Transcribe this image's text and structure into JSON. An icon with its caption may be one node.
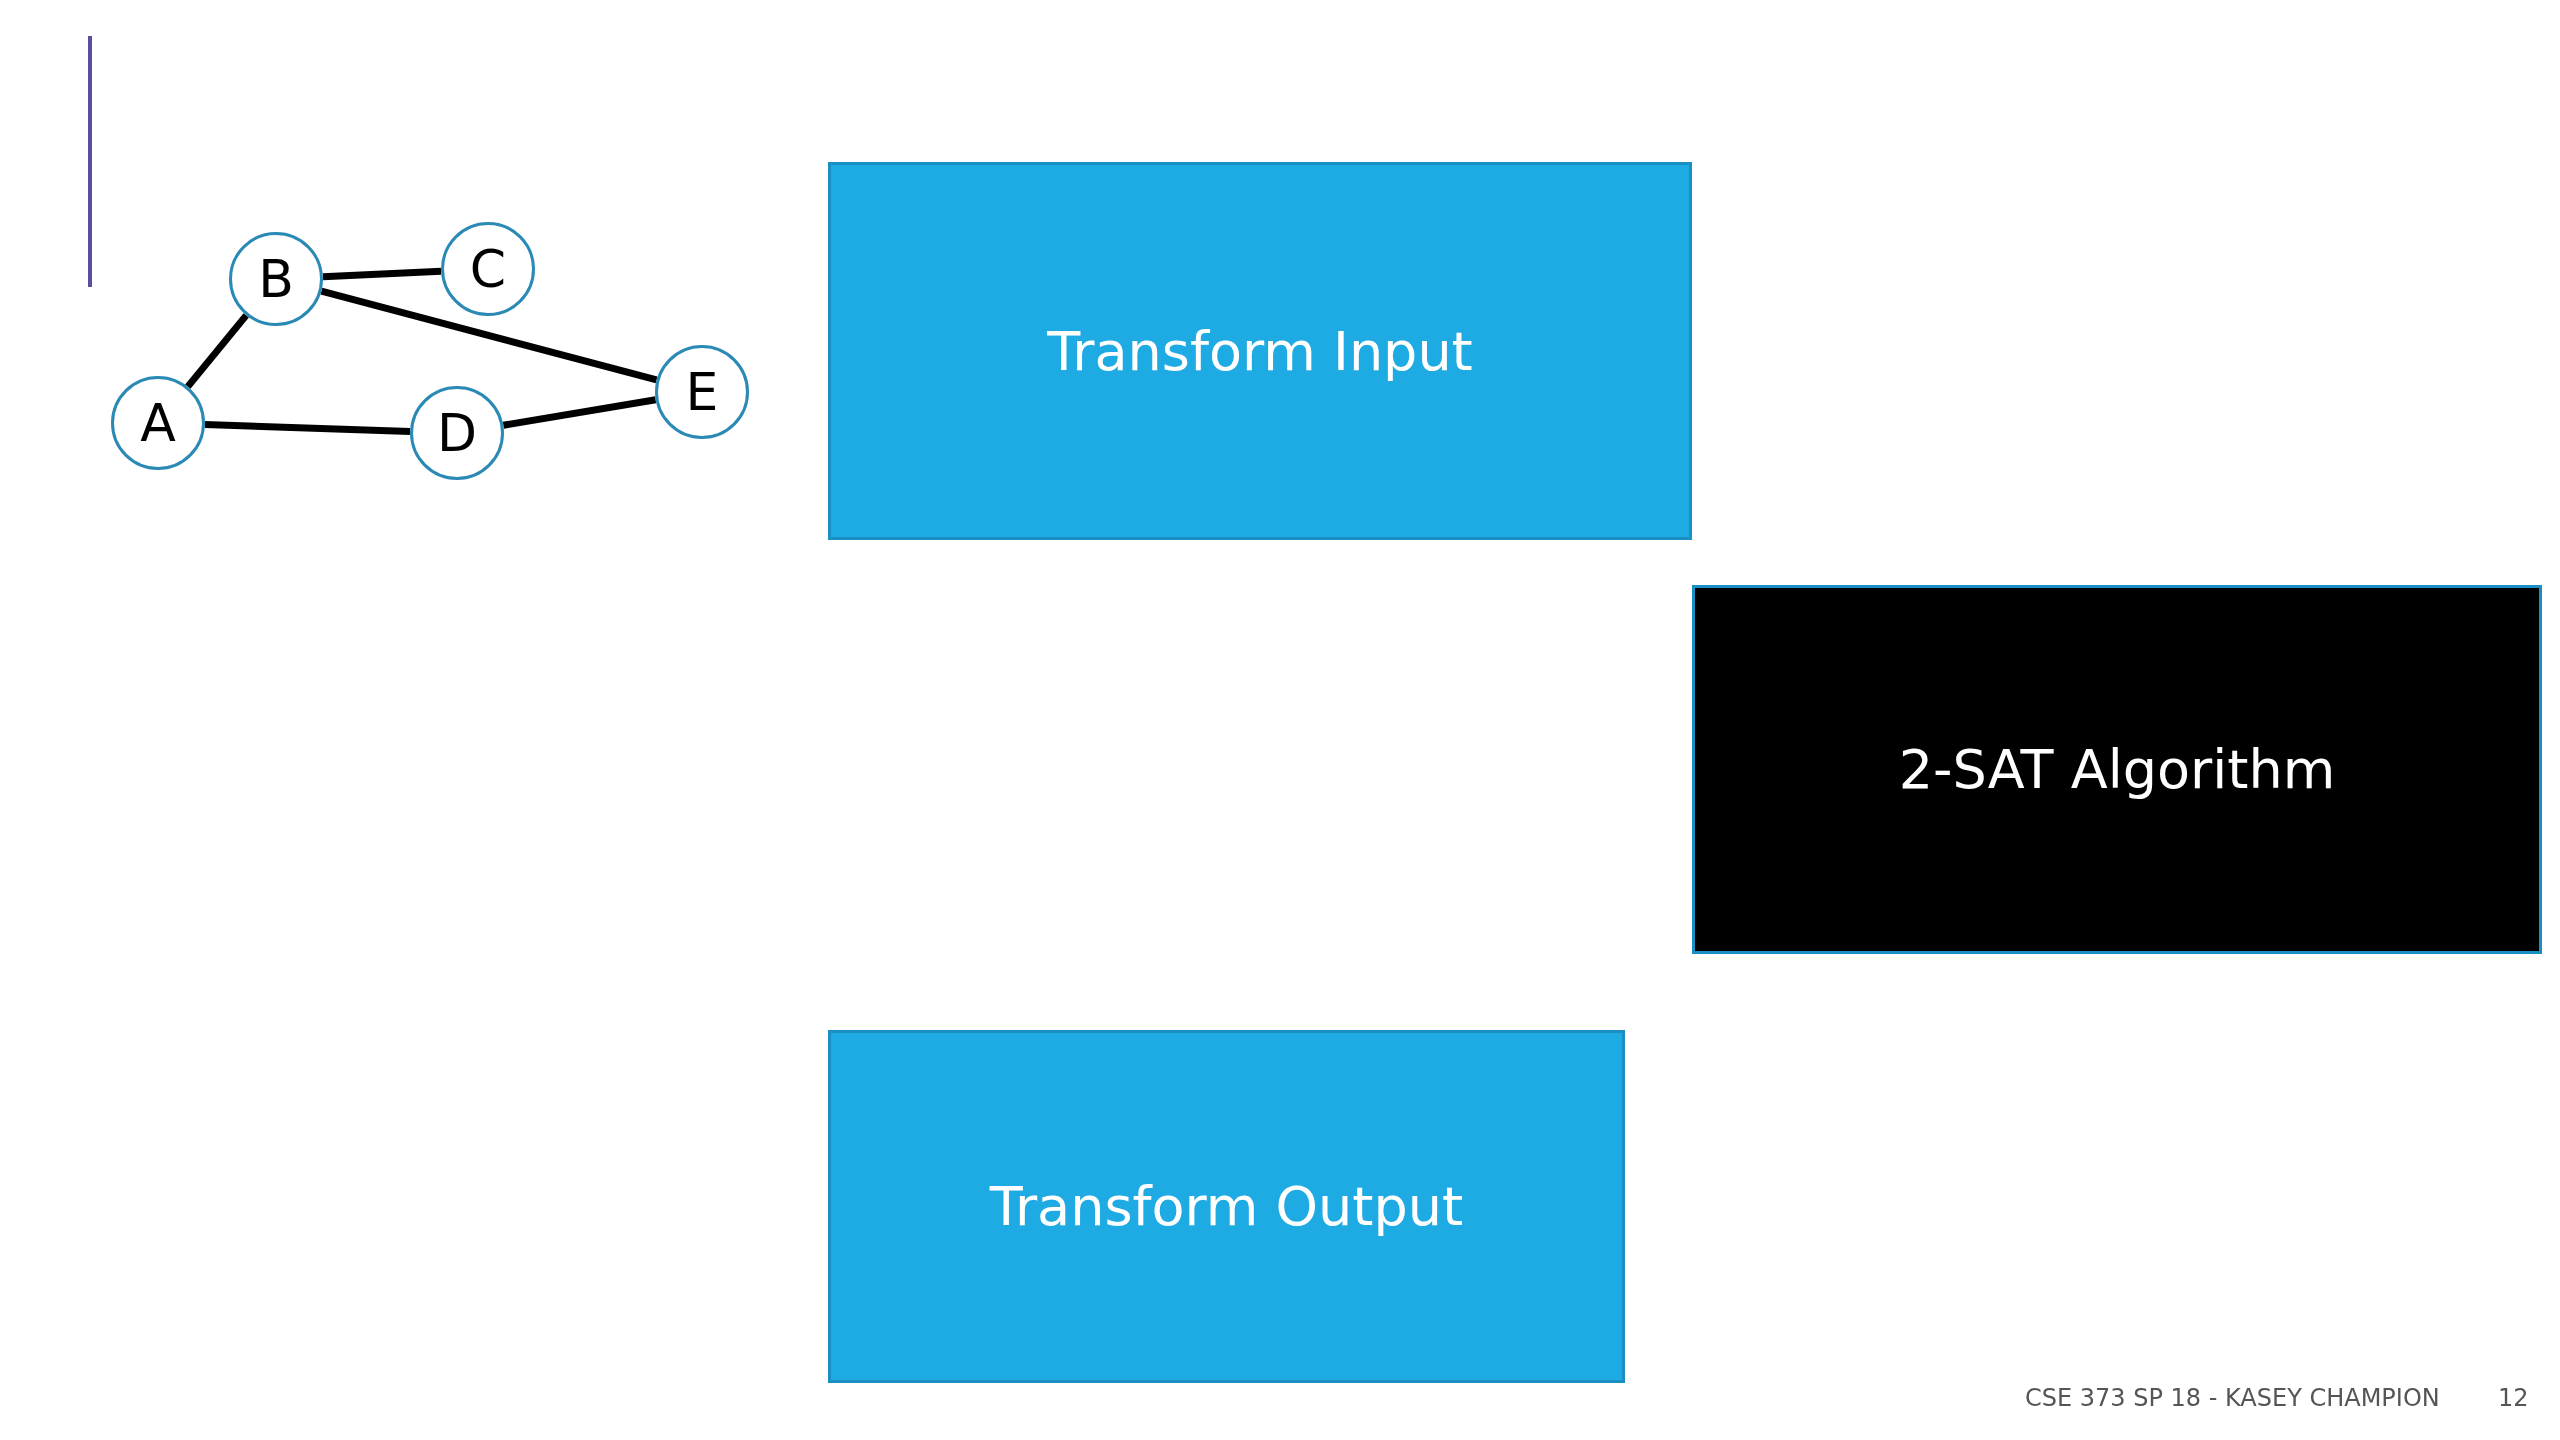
{
  "diagram": {
    "nodes": [
      {
        "text": [
          "A"
        ]
      },
      {
        "text": [
          "B"
        ]
      },
      {
        "text": [
          "C"
        ]
      },
      {
        "text": [
          "D"
        ]
      },
      {
        "text": [
          "E"
        ]
      },
      {
        "text": [
          "Transform Input"
        ]
      },
      {
        "text": [
          "2-SAT Algorithm"
        ]
      },
      {
        "text": [
          "Transform Output"
        ]
      }
    ],
    "edges": [
      {
        "from": 1,
        "to": 2,
        "arrow": "none"
      },
      {
        "from": 1,
        "to": 4,
        "arrow": "none"
      },
      {
        "from": 0,
        "to": 1,
        "arrow": "none"
      },
      {
        "from": 0,
        "to": 3,
        "arrow": "none"
      },
      {
        "from": 3,
        "to": 4,
        "arrow": "none"
      }
    ],
    "labels": [
      "CSE 373 SP 18 - KASEY CHAMPION",
      "12"
    ]
  }
}
